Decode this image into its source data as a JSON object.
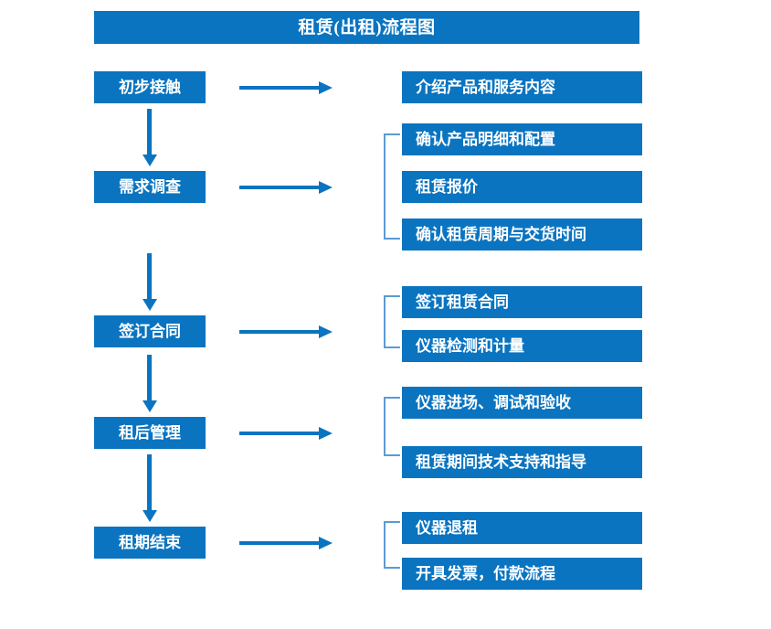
{
  "diagram": {
    "title": "租赁(出租)流程图",
    "accent_color": "#0a74c0",
    "bracket_color": "#5b9bd5",
    "text_color": "#ffffff",
    "background_color": "#ffffff"
  },
  "stages": [
    {
      "label": "初步接触"
    },
    {
      "label": "需求调查"
    },
    {
      "label": "签订合同"
    },
    {
      "label": "租后管理"
    },
    {
      "label": "租期结束"
    }
  ],
  "details": [
    {
      "label": "介绍产品和服务内容"
    },
    {
      "label": "确认产品明细和配置"
    },
    {
      "label": "租赁报价"
    },
    {
      "label": "确认租赁周期与交货时间"
    },
    {
      "label": "签订租赁合同"
    },
    {
      "label": "仪器检测和计量"
    },
    {
      "label": "仪器进场、调试和验收"
    },
    {
      "label": "租赁期间技术支持和指导"
    },
    {
      "label": "仪器退租"
    },
    {
      "label": "开具发票，付款流程"
    }
  ],
  "groups": [
    {
      "stage": "需求调查",
      "detail_count": 3
    },
    {
      "stage": "签订合同",
      "detail_count": 2
    },
    {
      "stage": "租后管理",
      "detail_count": 2
    },
    {
      "stage": "租期结束",
      "detail_count": 2
    }
  ]
}
